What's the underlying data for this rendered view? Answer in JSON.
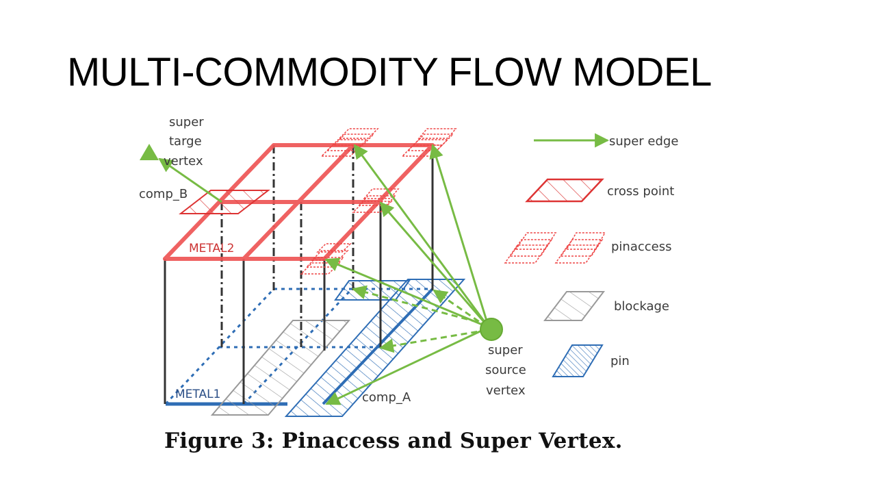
{
  "slide": {
    "title": "MULTI-COMMODITY FLOW MODEL"
  },
  "figure": {
    "caption": "Figure 3:  Pinaccess and Super Vertex.",
    "labels": {
      "super_target_vertex": [
        "super",
        "targe",
        "vertex"
      ],
      "super_source_vertex": [
        "super",
        "source",
        "vertex"
      ],
      "comp_b": "comp_B",
      "comp_a": "comp_A",
      "metal2": "METAL2",
      "metal1": "METAL1"
    },
    "legend": [
      {
        "key": "super_edge",
        "label": "super edge",
        "icon": "green-arrow-icon"
      },
      {
        "key": "cross_point",
        "label": "cross point",
        "icon": "red-hatched-parallelogram-icon"
      },
      {
        "key": "pinaccess",
        "label": "pinaccess",
        "icon": "red-dotted-parallelograms-icon"
      },
      {
        "key": "blockage",
        "label": "blockage",
        "icon": "gray-hatched-parallelogram-icon"
      },
      {
        "key": "pin",
        "label": "pin",
        "icon": "blue-hatched-parallelogram-icon"
      }
    ],
    "colors": {
      "metal2": "#ee5555",
      "metal1": "#2e6db5",
      "super_edge": "#77bb44",
      "blockage": "#999999",
      "via": "#333333"
    }
  }
}
